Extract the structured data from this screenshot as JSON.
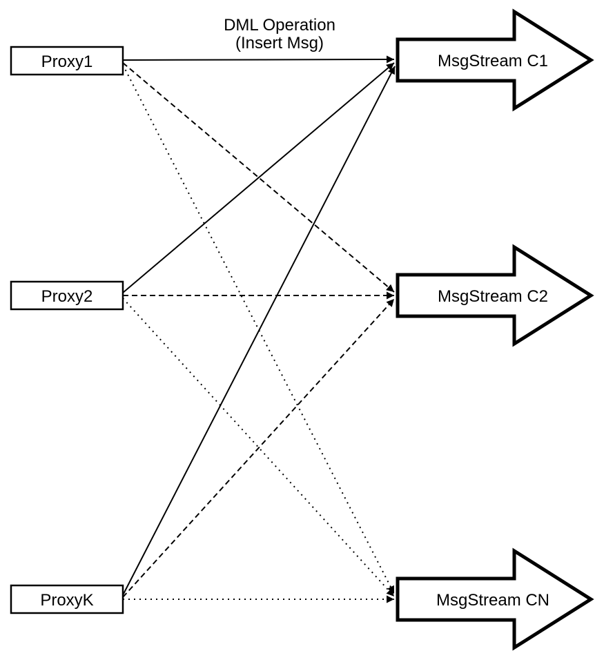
{
  "diagram": {
    "background_color": "#ffffff",
    "line_color": "#000000",
    "title": {
      "line1": "DML Operation",
      "line2": "(Insert Msg)"
    },
    "proxies": [
      {
        "id": "proxy1",
        "label": "Proxy1"
      },
      {
        "id": "proxy2",
        "label": "Proxy2"
      },
      {
        "id": "proxyk",
        "label": "ProxyK"
      }
    ],
    "streams": [
      {
        "id": "c1",
        "label": "MsgStream C1"
      },
      {
        "id": "c2",
        "label": "MsgStream C2"
      },
      {
        "id": "cn",
        "label": "MsgStream CN"
      }
    ],
    "edges": [
      {
        "from": "Proxy1",
        "to": "MsgStream C1",
        "style": "solid"
      },
      {
        "from": "Proxy1",
        "to": "MsgStream C2",
        "style": "dashed"
      },
      {
        "from": "Proxy1",
        "to": "MsgStream CN",
        "style": "dotted"
      },
      {
        "from": "Proxy2",
        "to": "MsgStream C1",
        "style": "solid"
      },
      {
        "from": "Proxy2",
        "to": "MsgStream C2",
        "style": "dashed"
      },
      {
        "from": "Proxy2",
        "to": "MsgStream CN",
        "style": "dotted"
      },
      {
        "from": "ProxyK",
        "to": "MsgStream C1",
        "style": "solid"
      },
      {
        "from": "ProxyK",
        "to": "MsgStream C2",
        "style": "dashed"
      },
      {
        "from": "ProxyK",
        "to": "MsgStream CN",
        "style": "dotted"
      }
    ]
  }
}
